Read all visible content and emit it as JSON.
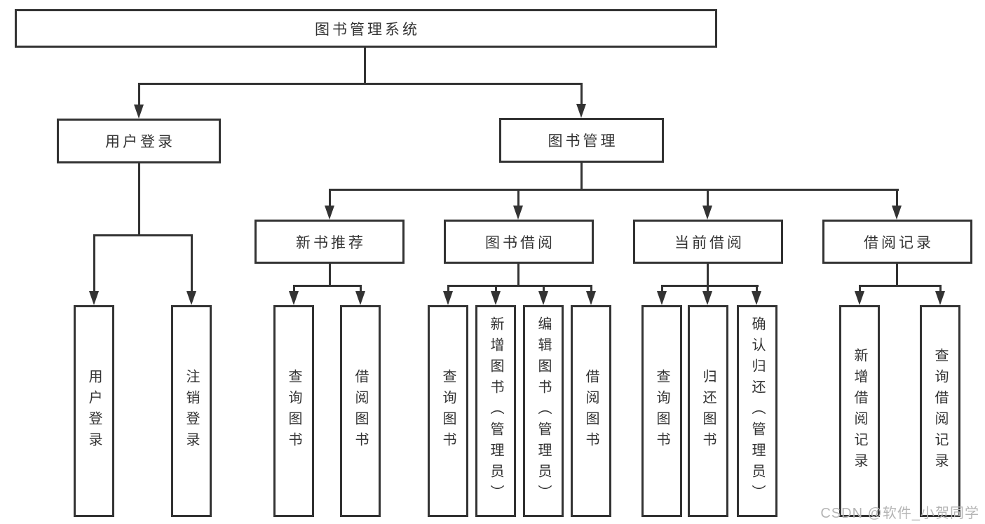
{
  "nodes": {
    "root": "图书管理系统",
    "user_login": "用户登录",
    "book_management": "图书管理",
    "new_book_recommend": "新书推荐",
    "book_borrow": "图书借阅",
    "current_borrow": "当前借阅",
    "borrow_record": "借阅记录"
  },
  "leaves": {
    "user_login": [
      "用户登录",
      "注销登录"
    ],
    "new_book_recommend": [
      "查询图书",
      "借阅图书"
    ],
    "book_borrow": [
      "查询图书",
      "新增图书（管理员）",
      "编辑图书（管理员）",
      "借阅图书"
    ],
    "current_borrow": [
      "查询图书",
      "归还图书",
      "确认归还（管理员）"
    ],
    "borrow_record": [
      "新增借阅记录",
      "查询借阅记录"
    ]
  },
  "watermark": "CSDN @软件_小贺同学",
  "colors": {
    "line": "#333333",
    "text": "#333333",
    "watermark": "#b5b5b5",
    "background": "#ffffff"
  }
}
